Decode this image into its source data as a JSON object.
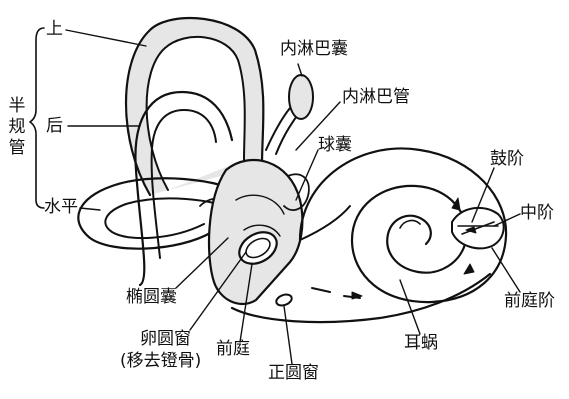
{
  "diagram": {
    "labels": {
      "semicircular_canals": "半规管",
      "canal_superior": "上",
      "canal_posterior": "后",
      "canal_horizontal": "水平",
      "endolymphatic_sac": "内淋巴囊",
      "endolymphatic_duct": "内淋巴管",
      "saccule": "球囊",
      "scala_tympani": "鼓阶",
      "scala_media": "中阶",
      "scala_vestibuli": "前庭阶",
      "utricle": "椭圆囊",
      "oval_window": "卵圆窗",
      "oval_window_note": "(移去镫骨)",
      "vestibule": "前庭",
      "round_window": "正圆窗",
      "cochlea": "耳蜗"
    },
    "colors": {
      "ink": "#111111",
      "fill": "#e6e6e6",
      "background": "#ffffff"
    }
  }
}
